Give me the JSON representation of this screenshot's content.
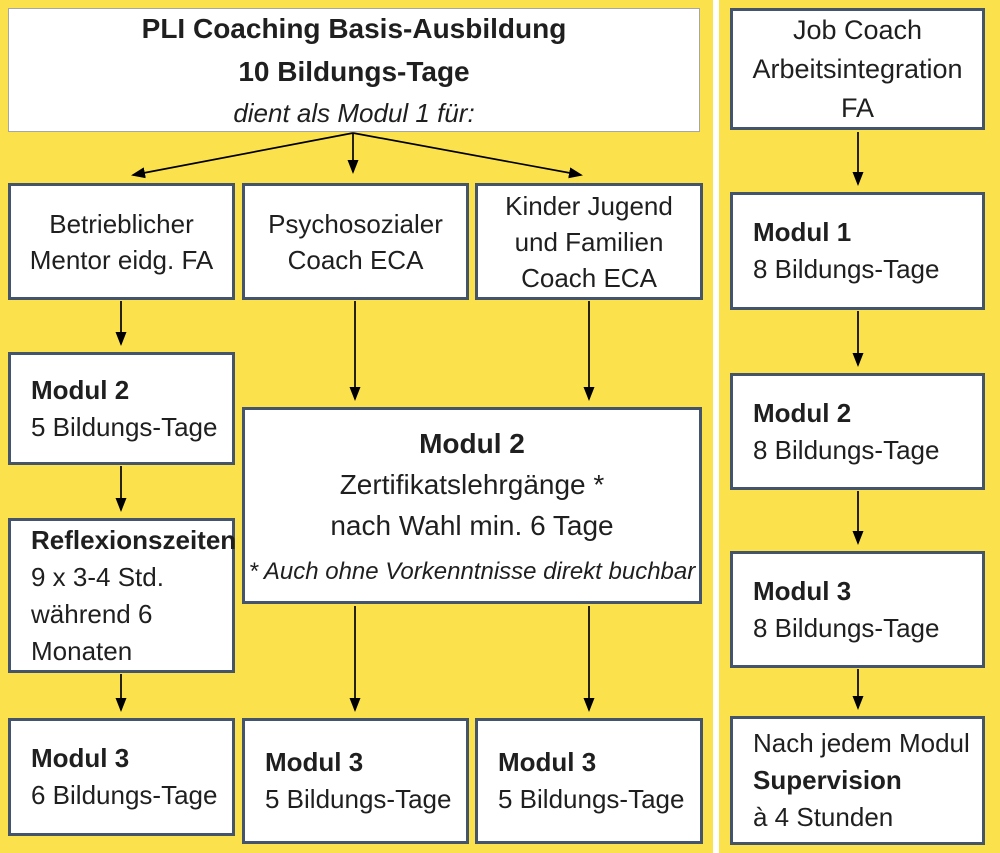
{
  "colors": {
    "panel_yellow": "#FBE24D",
    "box_border": "#44546A",
    "basis_box_border": "#A6A6A6",
    "text": "#1F1F1F",
    "arrow": "#000000",
    "panel_gap": "#FFFFFF"
  },
  "left": {
    "basis": {
      "title": "PLI Coaching Basis-Ausbildung",
      "days": "10 Bildungs-Tage",
      "note": "dient als Modul 1 für:"
    },
    "cat_mentor": [
      "Betrieblicher",
      "Mentor eidg. FA"
    ],
    "cat_psycho": [
      "Psychosozialer",
      "Coach ECA"
    ],
    "cat_kinder": [
      "Kinder Jugend",
      "und Familien",
      "Coach ECA"
    ],
    "mentor_modul2": {
      "title": "Modul 2",
      "days": "5 Bildungs-Tage"
    },
    "reflexion": {
      "title": "Reflexionszeiten",
      "l1": "9 x 3-4 Std.",
      "l2": "während 6",
      "l3": "Monaten"
    },
    "zert": {
      "title": "Modul 2",
      "l1": "Zertifikatslehrgänge *",
      "l2": "nach Wahl min. 6 Tage",
      "footnote": "* Auch ohne Vorkenntnisse direkt buchbar"
    },
    "mentor_modul3": {
      "title": "Modul 3",
      "days": "6 Bildungs-Tage"
    },
    "psycho_modul3": {
      "title": "Modul 3",
      "days": "5 Bildungs-Tage"
    },
    "kinder_modul3": {
      "title": "Modul 3",
      "days": "5 Bildungs-Tage"
    }
  },
  "right": {
    "job_coach": [
      "Job Coach",
      "Arbeitsintegration",
      "FA"
    ],
    "modul1": {
      "title": "Modul 1",
      "days": "8 Bildungs-Tage"
    },
    "modul2": {
      "title": "Modul 2",
      "days": "8 Bildungs-Tage"
    },
    "modul3": {
      "title": "Modul 3",
      "days": "8 Bildungs-Tage"
    },
    "supervision": {
      "l1": "Nach jedem Modul",
      "title": "Supervision",
      "l2": "à 4 Stunden"
    }
  }
}
